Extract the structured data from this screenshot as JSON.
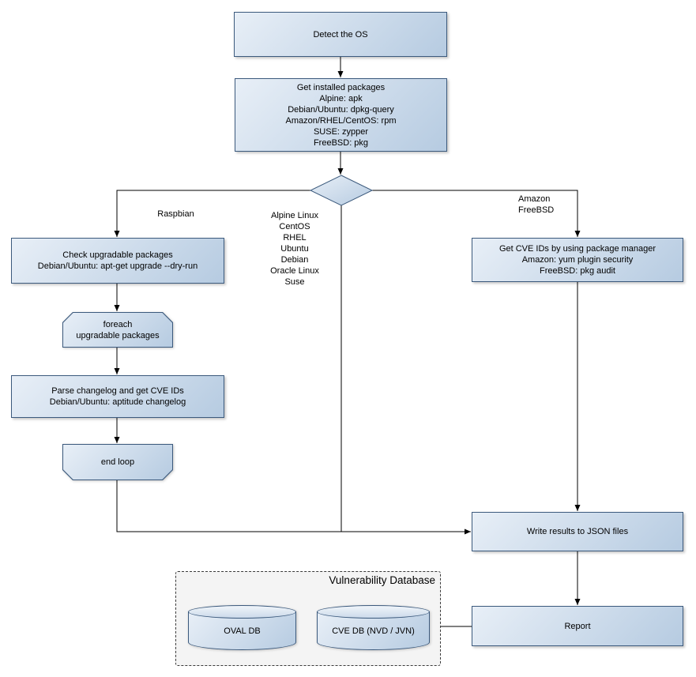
{
  "diagram": {
    "nodes": {
      "detect_os": {
        "label": "Detect the OS"
      },
      "get_installed_packages": {
        "lines": [
          "Get installed packages",
          "Alpine: apk",
          "Debian/Ubuntu: dpkg-query",
          "Amazon/RHEL/CentOS: rpm",
          "SUSE: zypper",
          "FreeBSD: pkg"
        ]
      },
      "check_upgradable": {
        "lines": [
          "Check upgradable packages",
          "Debian/Ubuntu: apt-get upgrade --dry-run"
        ]
      },
      "foreach_loop": {
        "lines": [
          "foreach",
          "upgradable packages"
        ]
      },
      "parse_changelog": {
        "lines": [
          "Parse changelog and get CVE IDs",
          "Debian/Ubuntu: aptitude changelog"
        ]
      },
      "end_loop": {
        "label": "end loop"
      },
      "get_cve_ids": {
        "lines": [
          "Get CVE IDs by using package manager",
          "Amazon: yum plugin security",
          "FreeBSD: pkg audit"
        ]
      },
      "write_results": {
        "label": "Write results to JSON files"
      },
      "report": {
        "label": "Report"
      }
    },
    "branch_labels": {
      "raspbian": "Raspbian",
      "middle": [
        "Alpine Linux",
        "CentOS",
        "RHEL",
        "Ubuntu",
        "Debian",
        "Oracle Linux",
        "Suse"
      ],
      "right": [
        "Amazon",
        "FreeBSD"
      ]
    },
    "database": {
      "title": "Vulnerability Database",
      "oval_db": "OVAL DB",
      "cve_db": "CVE DB (NVD / JVN)"
    },
    "colors": {
      "node_fill_light": "#e8eff7",
      "node_fill_dark": "#b6cbe1",
      "node_border": "#3c5a7d",
      "container_fill": "#f4f4f4",
      "container_border": "#3a3a3a",
      "connector": "#000000"
    }
  }
}
